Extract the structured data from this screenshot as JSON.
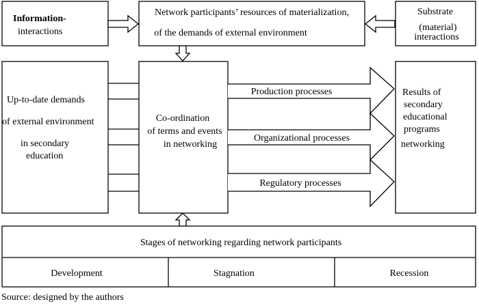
{
  "boxes": {
    "information": {
      "line1": "Information-",
      "line2": "interactions"
    },
    "resources": {
      "line1": "Network participants’ resources of materialization,",
      "line2": "of the demands of external environment"
    },
    "substrate": {
      "line1": "Substrate",
      "line2": "(material)",
      "line3": "interactions"
    },
    "demands": {
      "line1": "Up-to-date demands",
      "line2": "of external environment",
      "line3": "in secondary",
      "line4": "education"
    },
    "coordination": {
      "line1": "Co-ordination",
      "line2": "of terms and events",
      "line3": "in networking"
    },
    "results": {
      "line1": "Results of",
      "line2": "secondary",
      "line3": "educational",
      "line4": "programs",
      "line5": "networking"
    },
    "stages": {
      "title": "Stages of networking regarding network participants",
      "development": "Development",
      "stagnation": "Stagnation",
      "recession": "Recession"
    }
  },
  "processes": {
    "production": "Production processes",
    "organizational": "Organizational processes",
    "regulatory": "Regulatory processes"
  },
  "source": "Source: designed by the authors"
}
